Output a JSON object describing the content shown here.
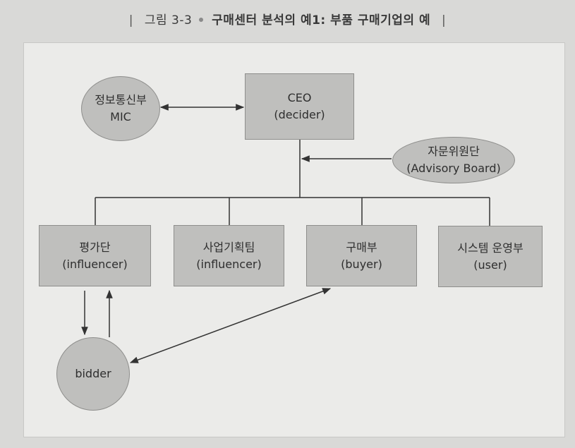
{
  "caption": {
    "figure_number": "그림 3-3",
    "title": "구매센터 분석의 예1: 부품 구매기업의 예"
  },
  "nodes": {
    "mic": {
      "line1": "정보통신부",
      "line2": "MIC"
    },
    "ceo": {
      "line1": "CEO",
      "line2": "(decider)"
    },
    "advisory": {
      "line1": "자문위원단",
      "line2": "(Advisory Board)"
    },
    "eval": {
      "line1": "평가단",
      "line2": "(influencer)"
    },
    "planning": {
      "line1": "사업기획팀",
      "line2": "(influencer)"
    },
    "purchasing": {
      "line1": "구매부",
      "line2": "(buyer)"
    },
    "systems": {
      "line1": "시스템 운영부",
      "line2": "(user)"
    },
    "bidder": {
      "line1": "bidder"
    }
  },
  "colors": {
    "background": "#d9d9d7",
    "panel": "#ebebe9",
    "node_fill": "#bfbfbd",
    "line": "#333333"
  }
}
